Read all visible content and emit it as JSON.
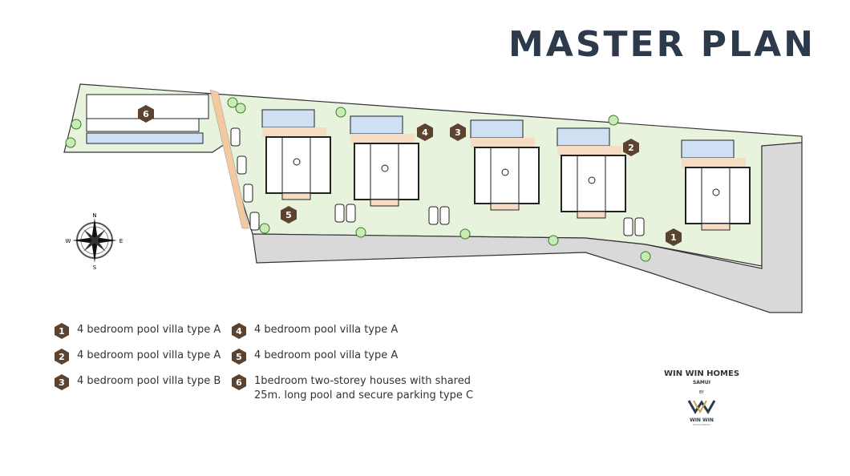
{
  "title": "MASTER PLAN",
  "compass": {
    "n": "N",
    "s": "S",
    "e": "E",
    "w": "W"
  },
  "plots": [
    {
      "num": "1"
    },
    {
      "num": "2"
    },
    {
      "num": "3"
    },
    {
      "num": "4"
    },
    {
      "num": "5"
    },
    {
      "num": "6"
    }
  ],
  "legend": [
    {
      "num": "1",
      "text": "4 bedroom pool villa type A"
    },
    {
      "num": "2",
      "text": "4 bedroom pool villa type A"
    },
    {
      "num": "3",
      "text": "4 bedroom pool villa type B"
    },
    {
      "num": "4",
      "text": "4 bedroom pool villa type A"
    },
    {
      "num": "5",
      "text": "4 bedroom pool villa type A"
    },
    {
      "num": "6",
      "text": "1bedroom two-storey houses with shared",
      "text2": "25m. long pool and secure parking type C"
    }
  ],
  "brand": {
    "name": "WIN WIN HOMES",
    "location": "SAMUI",
    "by": "BY",
    "logo_text": "WIN WIN",
    "logo_sub": "DEVELOPMENT"
  },
  "colors": {
    "title": "#2c3a4b",
    "badge": "#5b4330",
    "land": "#e7f3dd",
    "road": "#d9d9d9",
    "pool": "#cfe0f5",
    "deck": "#f6dcc2"
  }
}
